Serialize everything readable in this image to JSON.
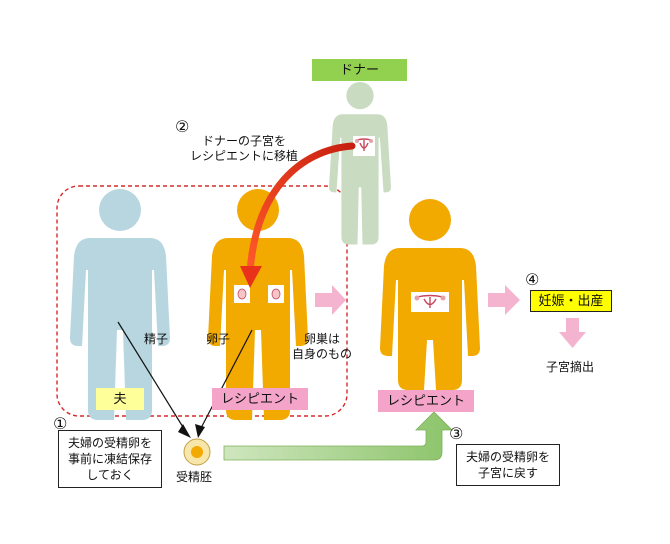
{
  "labels": {
    "donor": "ドナー",
    "step2_num": "②",
    "step2_line1": "ドナーの子宮を",
    "step2_line2": "レシピエントに移植",
    "sperm": "精子",
    "egg": "卵子",
    "ovary_line1": "卵巣は",
    "ovary_line2": "自身のもの",
    "husband": "夫",
    "recipient_left": "レシピエント",
    "recipient_right": "レシピエント",
    "step1_num": "①",
    "step1_line1": "夫婦の受精卵を",
    "step1_line2": "事前に凍結保存",
    "step1_line3": "しておく",
    "embryo": "受精胚",
    "step3_num": "③",
    "step3_line1": "夫婦の受精卵を",
    "step3_line2": "子宮に戻す",
    "step4_num": "④",
    "pregnancy": "妊娠・出産",
    "hysterectomy": "子宮摘出"
  },
  "colors": {
    "donor_figure": "#c9dcc2",
    "donor_label_bg": "#92d050",
    "husband_figure": "#b7d6e0",
    "husband_label_bg": "#ffff99",
    "recipient_figure": "#f2a900",
    "recipient_label_bg": "#f4a4c8",
    "pink_arrow": "#f4b3cf",
    "transplant_arrow": "#e8321a",
    "dashed_group": "#d62a2a",
    "green_arrow": "#a8d08d",
    "pregnancy_bg": "#ffff00"
  }
}
